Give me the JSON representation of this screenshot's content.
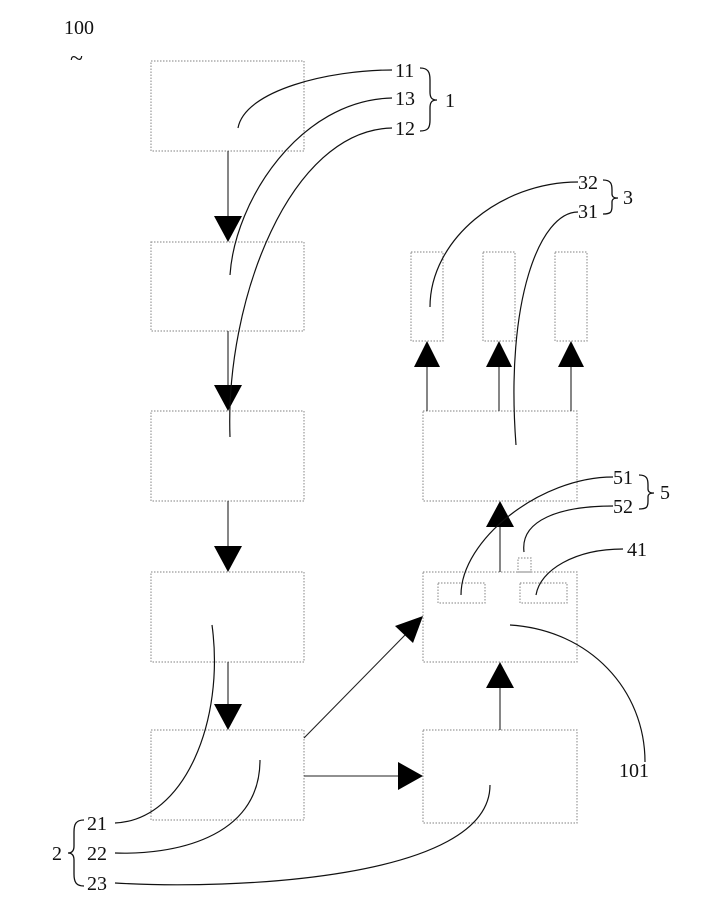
{
  "figure": {
    "ref_number": "100",
    "ref_tilde": "~"
  },
  "labels": {
    "l11": "11",
    "l13": "13",
    "l12": "12",
    "l1": "1",
    "l32": "32",
    "l31": "31",
    "l3": "3",
    "l51": "51",
    "l52": "52",
    "l5": "5",
    "l41": "41",
    "l101": "101",
    "l21": "21",
    "l22": "22",
    "l23": "23",
    "l2": "2"
  }
}
